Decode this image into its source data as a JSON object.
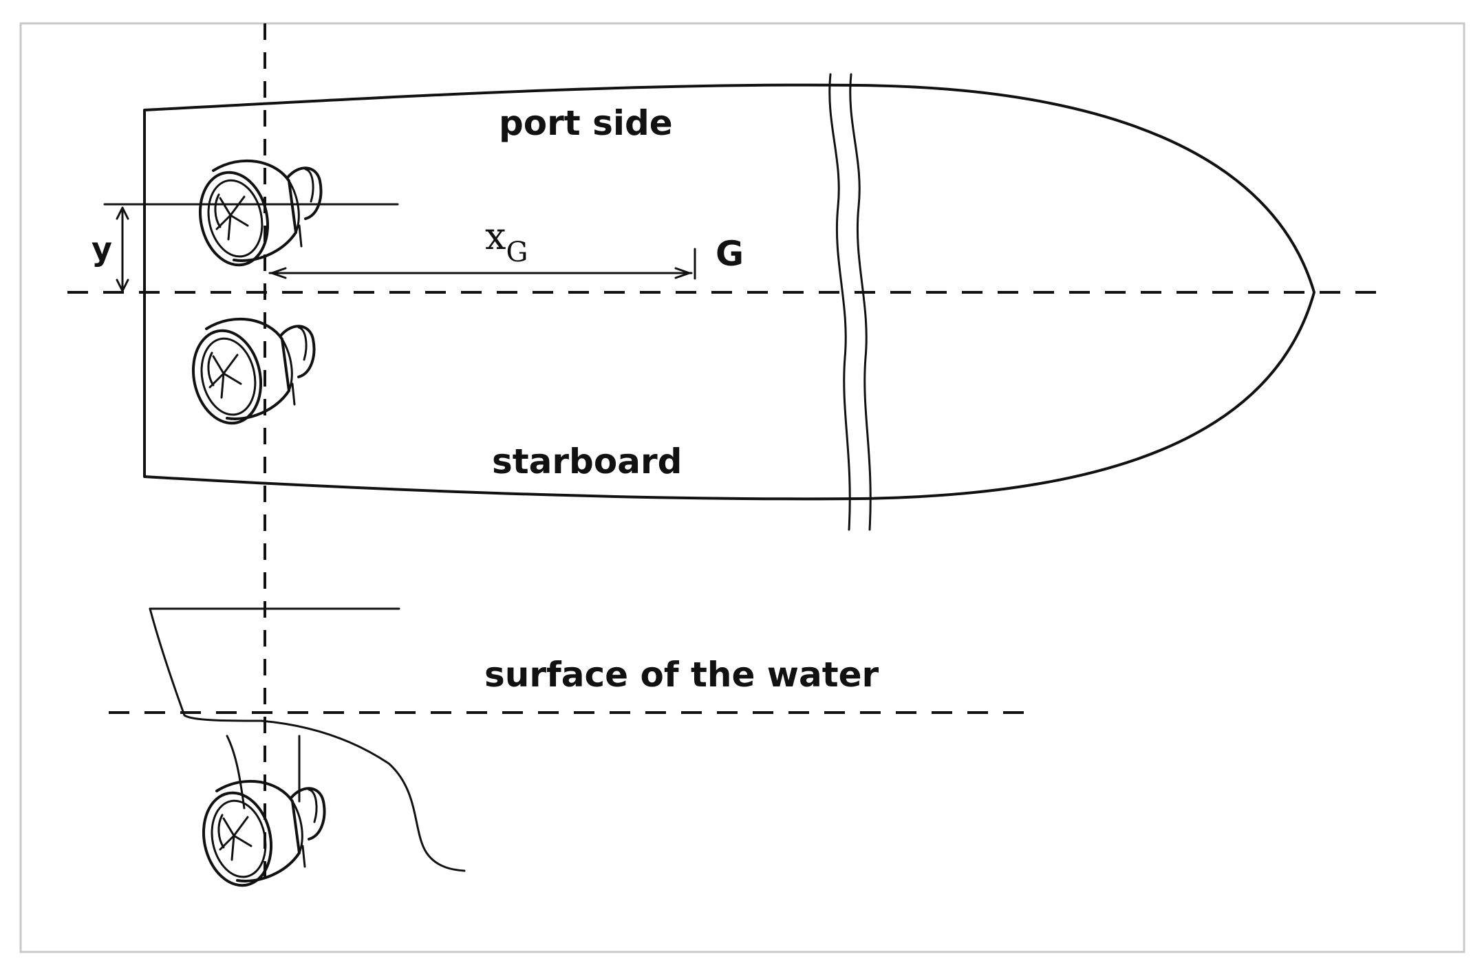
{
  "diagram": {
    "labels": {
      "port_side": "port side",
      "starboard": "starboard",
      "surface_of_the_water": "surface of the water",
      "center_of_gravity": "G",
      "lateral_offset": "y",
      "longitudinal_distance_symbol": "x",
      "longitudinal_distance_subscript": "G"
    },
    "colors": {
      "ink": "#111111",
      "frame_border": "#c8c8c8",
      "background": "#ffffff"
    },
    "icons": {
      "azimuth_thruster": "azimuth-thruster-icon"
    }
  }
}
